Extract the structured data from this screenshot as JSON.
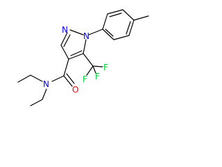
{
  "molecule": {
    "atoms": {
      "n1": "N",
      "n2": "N",
      "amide_n": "N",
      "o": "O",
      "f1": "F",
      "f2": "F",
      "f3": "F"
    },
    "colors": {
      "bond": "#000000",
      "nitrogen": "#0000ff",
      "oxygen": "#ff0000",
      "fluorine": "#00cc33"
    }
  }
}
